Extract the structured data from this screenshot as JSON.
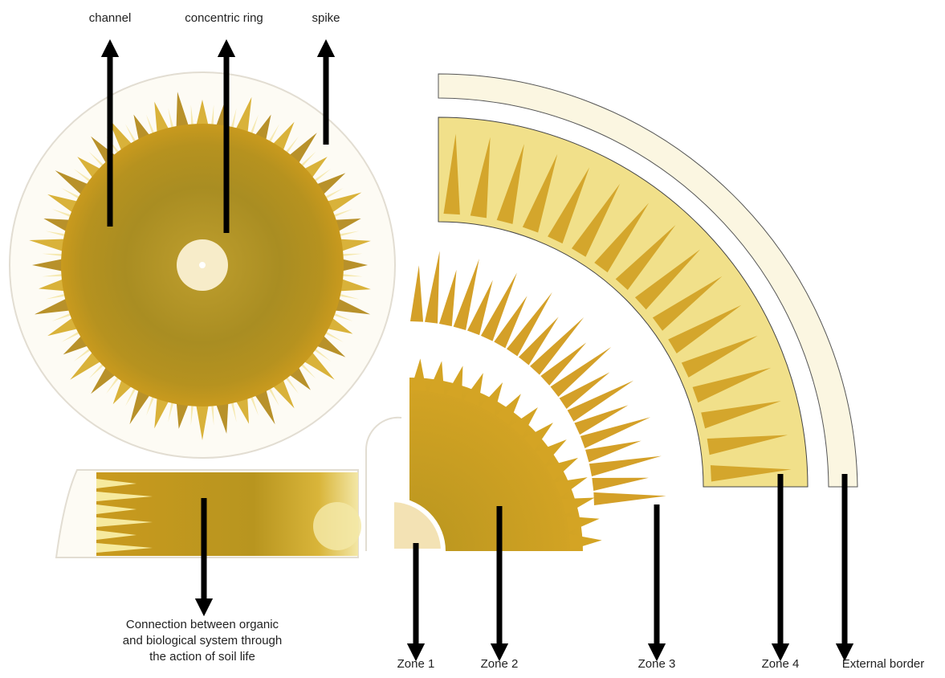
{
  "top_labels": {
    "channel": "channel",
    "concentric_ring": "concentric ring",
    "spike": "spike"
  },
  "bottom_labels": {
    "zone1": "Zone 1",
    "zone2": "Zone 2",
    "zone3": "Zone 3",
    "zone4": "Zone 4",
    "external_border": "External border"
  },
  "note": {
    "line1": "Connection between organic",
    "line2": "and biological system through",
    "line3": "the action of soil life"
  },
  "colors": {
    "gold": "#c99a1e",
    "gold_light": "#e8c44a",
    "olive": "#a98d22",
    "pale_yellow": "#f3e7a6",
    "cream": "#fbf6e1",
    "arrow": "#000000",
    "outline": "#e2ddd2"
  }
}
